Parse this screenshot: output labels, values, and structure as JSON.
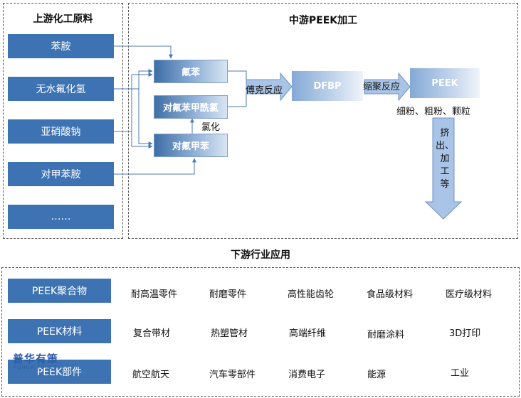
{
  "upstream": {
    "title": "上游化工原料",
    "items": [
      "苯胺",
      "无水氟化氢",
      "亚硝酸钠",
      "对甲苯胺",
      "……"
    ]
  },
  "midstream": {
    "title": "中游PEEK加工",
    "nodes": {
      "fluorobenzene": "氟苯",
      "fluorobenzoyl": "对氟苯甲酰氯",
      "fluorotoluene": "对氟甲苯",
      "dfbp": "DFBP",
      "peek": "PEEK"
    },
    "labels": {
      "chlorination": "氯化",
      "friedel_crafts": "傅克反应",
      "polycondensation": "缩聚反应",
      "forms": "细粉、粗粉、颗粒",
      "processing": [
        "挤",
        "出、",
        "加",
        "工",
        "等"
      ]
    }
  },
  "downstream": {
    "title": "下游行业应用",
    "rows": [
      {
        "category": "PEEK聚合物",
        "apps": [
          "耐高温零件",
          "耐磨零件",
          "高性能齿轮",
          "食品级材料",
          "医疗级材料"
        ]
      },
      {
        "category": "PEEK材料",
        "apps": [
          "复合带材",
          "热塑管材",
          "高端纤维",
          "耐磨涂料",
          "3D打印"
        ]
      },
      {
        "category": "PEEK部件",
        "apps": [
          "航空航天",
          "汽车零部件",
          "消费电子",
          "能源",
          "工业"
        ]
      }
    ]
  },
  "watermark": {
    "cn": "普华有策",
    "en": "PUHUA YOUCE"
  },
  "colors": {
    "box_blue": "#3d73b3",
    "arrow_fill": "#a9c4e6",
    "arrow_stroke": "#6f93c4",
    "logo": "#2d5ea8"
  }
}
